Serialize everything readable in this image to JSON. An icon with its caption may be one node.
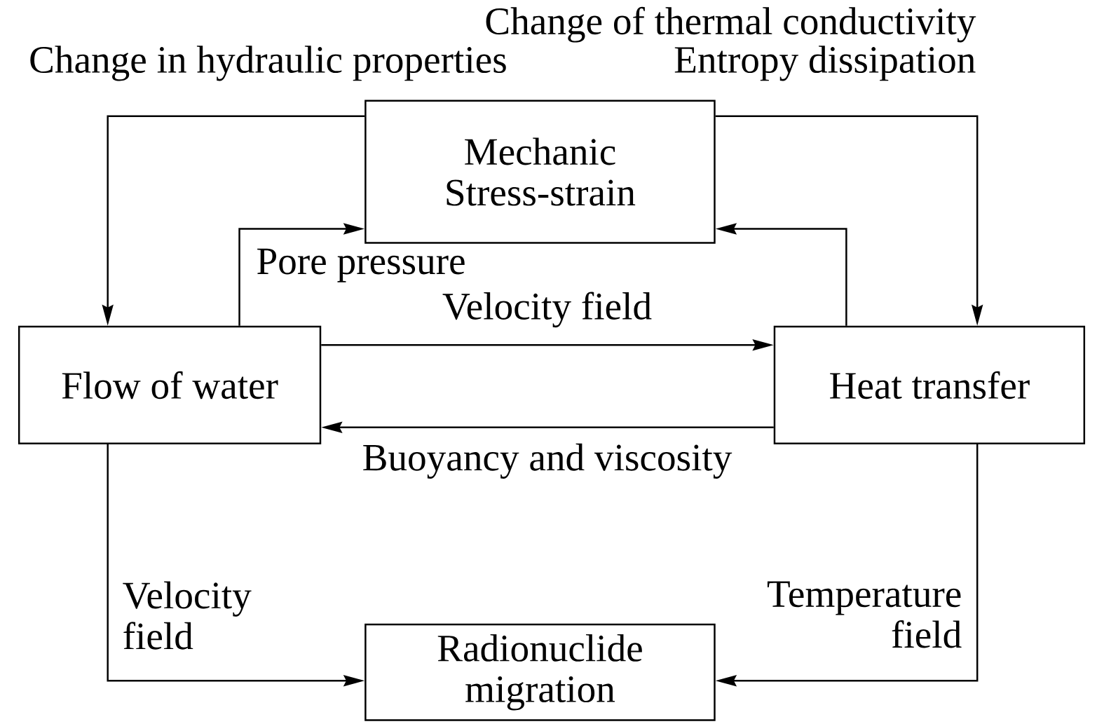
{
  "diagram": {
    "nodes": [
      {
        "text": [
          "Mechanic",
          "Stress-strain"
        ]
      },
      {
        "text": [
          "Flow of water"
        ]
      },
      {
        "text": [
          "Heat transfer"
        ]
      },
      {
        "text": [
          "Radionuclide migration"
        ]
      }
    ],
    "edges": [
      {
        "from": 0,
        "to": 1,
        "arrow": "to",
        "label": "Change in hydraulic properties"
      },
      {
        "from": 0,
        "to": 2,
        "arrow": "to",
        "label": "Change of thermal conductivity"
      },
      {
        "from": 1,
        "to": 0,
        "arrow": "to",
        "label": "Pore pressure"
      },
      {
        "from": 2,
        "to": 0,
        "arrow": "to"
      },
      {
        "from": 1,
        "to": 2,
        "arrow": "to",
        "label": "Velocity field"
      },
      {
        "from": 2,
        "to": 1,
        "arrow": "to",
        "label": "Buoyancy and viscosity"
      },
      {
        "from": 1,
        "to": 3,
        "arrow": "to",
        "label": "Velocity field"
      },
      {
        "from": 2,
        "to": 3,
        "arrow": "to",
        "label": "Temperature field"
      }
    ],
    "labels": [
      "Entropy dissipation"
    ]
  }
}
